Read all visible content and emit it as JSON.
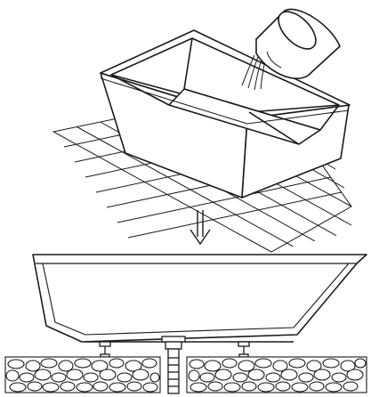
{
  "figure": {
    "panels": [
      {
        "id": "top",
        "objects": [
          "tile-floor",
          "bathtub-raised",
          "bucket",
          "water-stream"
        ]
      },
      {
        "id": "bottom",
        "objects": [
          "bathtub-installed",
          "leveling-feet",
          "drain-pipe",
          "gravel-bed"
        ]
      }
    ],
    "connector": "down-double-arrow-icon",
    "colors": {
      "line": "#1a1a1a",
      "fill": "#ffffff",
      "floor": "#ffffff"
    }
  }
}
